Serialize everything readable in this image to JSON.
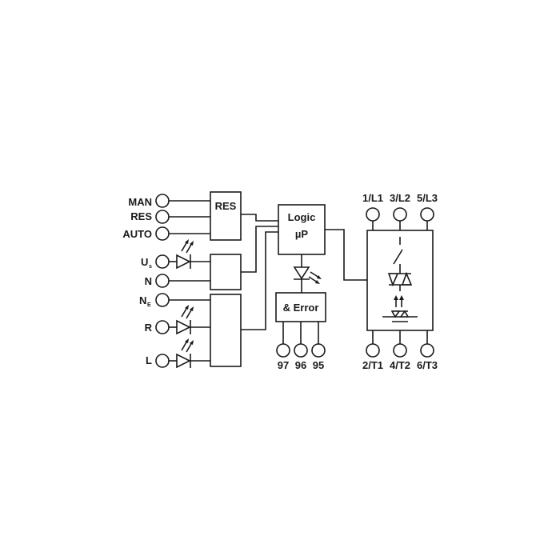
{
  "inputs": {
    "man": "MAN",
    "res": "RES",
    "auto": "AUTO",
    "us_main": "U",
    "us_sub": "s",
    "n": "N",
    "ne_main": "N",
    "ne_sub": "E",
    "r": "R",
    "l": "L"
  },
  "blocks": {
    "res": "RES",
    "logic_line1": "Logic",
    "logic_line2": "µP",
    "error": "& Error"
  },
  "error_terminals": [
    "97",
    "96",
    "95"
  ],
  "power_terminals_top": [
    "1/L1",
    "3/L2",
    "5/L3"
  ],
  "power_terminals_bottom": [
    "2/T1",
    "4/T2",
    "6/T3"
  ]
}
